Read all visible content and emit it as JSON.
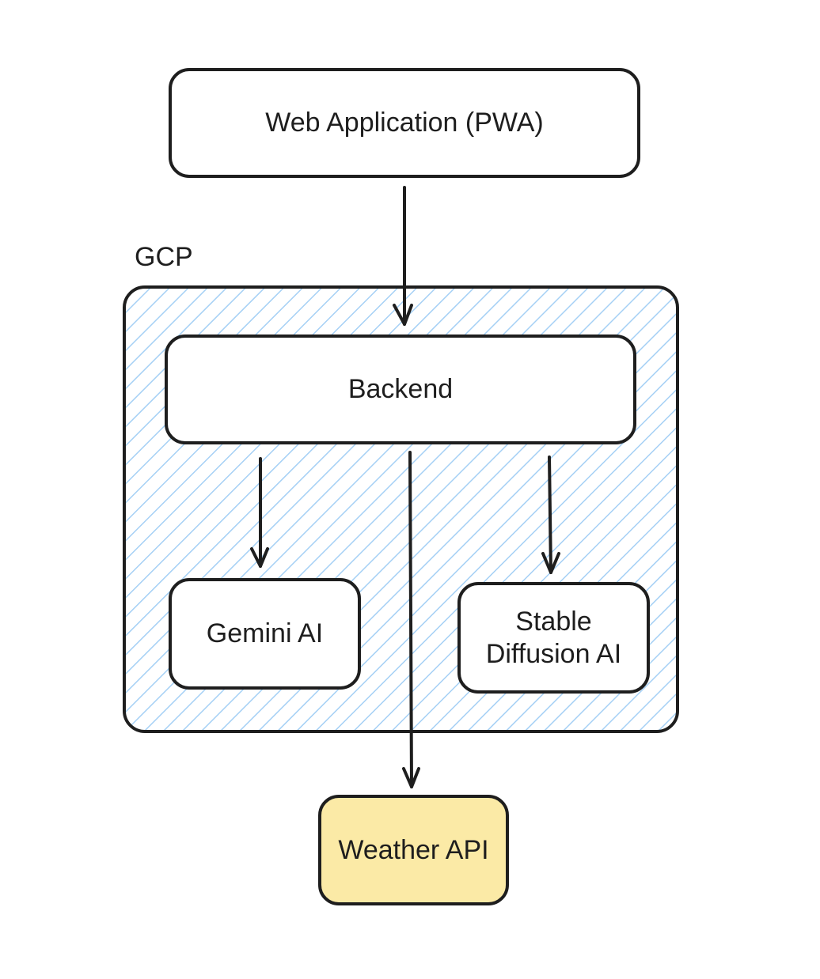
{
  "diagram": {
    "group": {
      "label": "GCP",
      "fill_color": "#a5d0f5",
      "hatch": "diagonal"
    },
    "nodes": {
      "web_app": {
        "label": "Web Application (PWA)",
        "fill": "#ffffff"
      },
      "backend": {
        "label": "Backend",
        "fill": "#ffffff"
      },
      "gemini": {
        "label": "Gemini AI",
        "fill": "#ffffff"
      },
      "stable_diffusion": {
        "label": "Stable Diffusion AI",
        "fill": "#ffffff"
      },
      "weather_api": {
        "label": "Weather API",
        "fill": "#fbeaa6"
      }
    },
    "edges": [
      {
        "from": "Web Application (PWA)",
        "to": "Backend"
      },
      {
        "from": "Backend",
        "to": "Gemini AI"
      },
      {
        "from": "Backend",
        "to": "Stable Diffusion AI"
      },
      {
        "from": "Backend",
        "to": "Weather API"
      }
    ]
  }
}
